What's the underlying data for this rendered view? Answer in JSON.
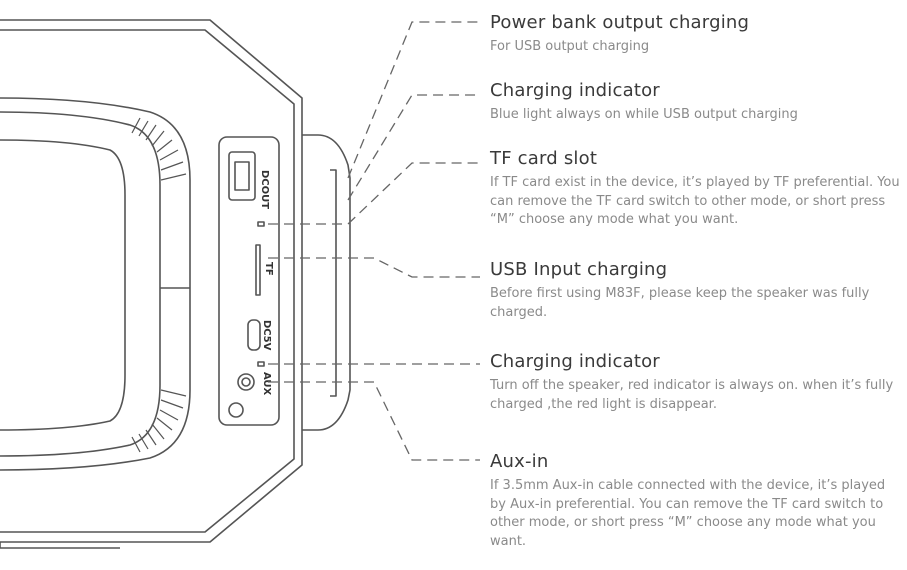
{
  "ports": {
    "dc_out": "DCOUT",
    "tf": "TF",
    "dc_5v": "DC5V",
    "aux": "AUX"
  },
  "callouts": [
    {
      "title": "Power bank output charging",
      "desc": "For USB output charging"
    },
    {
      "title": "Charging indicator",
      "desc": "Blue light always on while USB output charging"
    },
    {
      "title": "TF card slot",
      "desc": "If TF card exist in the device, it’s played by TF preferential. You can remove the TF card switch to other mode, or short press “M” choose any mode what you want."
    },
    {
      "title": "USB Input charging",
      "desc": "Before first using M83F, please keep the speaker was fully charged."
    },
    {
      "title": "Charging indicator",
      "desc": "Turn off the speaker, red indicator is always on. when it’s fully charged ,the red light is disappear."
    },
    {
      "title": "Aux-in",
      "desc": "If 3.5mm Aux-in cable connected with the device, it’s played by Aux-in preferential. You can remove the TF card switch to other mode, or short press “M” choose any mode what you want."
    }
  ],
  "colors": {
    "line": "#555555",
    "text_title": "#3a3a3a",
    "text_desc": "#8a8a8a"
  }
}
